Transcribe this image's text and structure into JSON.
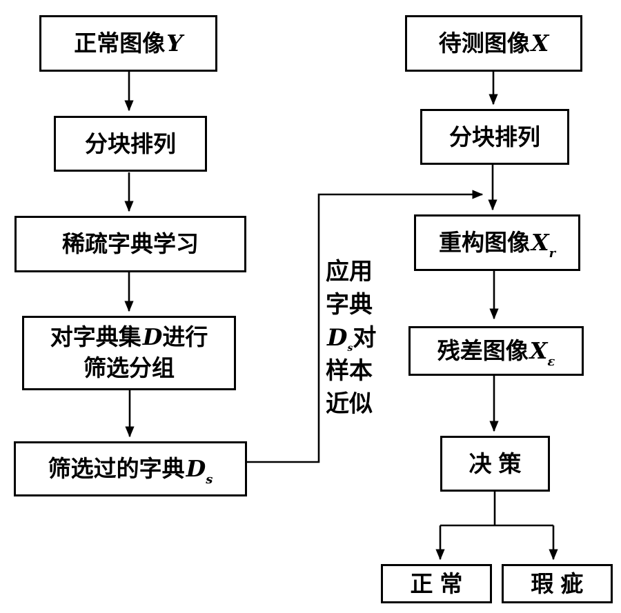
{
  "diagram": {
    "nodes": {
      "normal_image": {
        "pre": "正常图像",
        "var": "Y"
      },
      "block_left": {
        "pre": "分块排列"
      },
      "sparse_learn": {
        "pre": "稀疏字典学习"
      },
      "filter_group": {
        "line1_pre": "对字典集",
        "line1_var": "D",
        "line1_post": "进行",
        "line2": "筛选分组"
      },
      "filtered_dict": {
        "pre": "筛选过的字典",
        "var": "D",
        "sub": "s"
      },
      "test_image": {
        "pre": "待测图像",
        "var": "X"
      },
      "block_right": {
        "pre": "分块排列"
      },
      "reconstructed": {
        "pre": "重构图像",
        "var": "X",
        "sub": "r"
      },
      "residual": {
        "pre": "残差图像",
        "var": "X",
        "sub": "ε"
      },
      "decision": {
        "pre": "决策"
      },
      "normal_result": {
        "pre": "正常"
      },
      "defect_result": {
        "pre": "瑕疵"
      }
    },
    "annotation": {
      "line1": "应用",
      "line2": "字典",
      "line3_var": "D",
      "line3_sub": "s",
      "line3_post": "对",
      "line4": "样本",
      "line5": "近似"
    },
    "colors": {
      "line": "#000000",
      "box_border": "#000000",
      "box_bg": "#ffffff",
      "text": "#000000"
    }
  }
}
